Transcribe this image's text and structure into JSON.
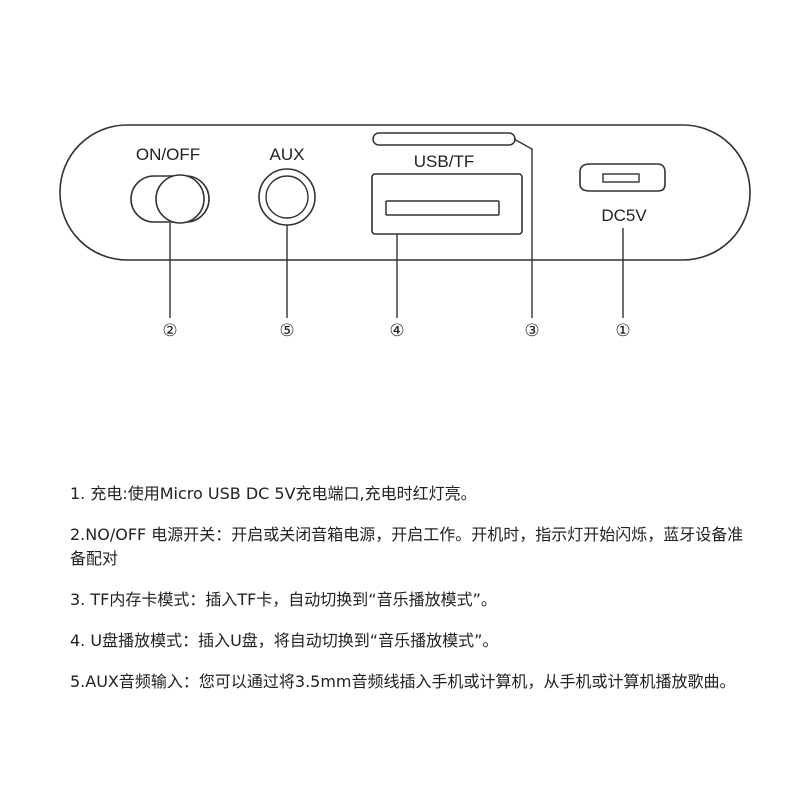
{
  "diagram": {
    "labels": {
      "on_off": "ON/OFF",
      "aux": "AUX",
      "usb_tf": "USB/TF",
      "dc5v": "DC5V"
    },
    "callouts": [
      "②",
      "⑤",
      "④",
      "③",
      "①"
    ]
  },
  "notes": [
    "1. 充电:使用Micro USB DC 5V充电端口,充电时红灯亮。",
    "2.NO/OFF 电源开关：开启或关闭音箱电源，开启工作。开机时，指示灯开始闪烁，蓝牙设备准备配对",
    "3. TF内存卡模式：插入TF卡，自动切换到“音乐播放模式”。",
    "4. U盘播放模式：插入U盘，将自动切换到“音乐播放模式”。",
    "5.AUX音频输入：您可以通过将3.5mm音频线插入手机或计算机，从手机或计算机播放歌曲。"
  ]
}
